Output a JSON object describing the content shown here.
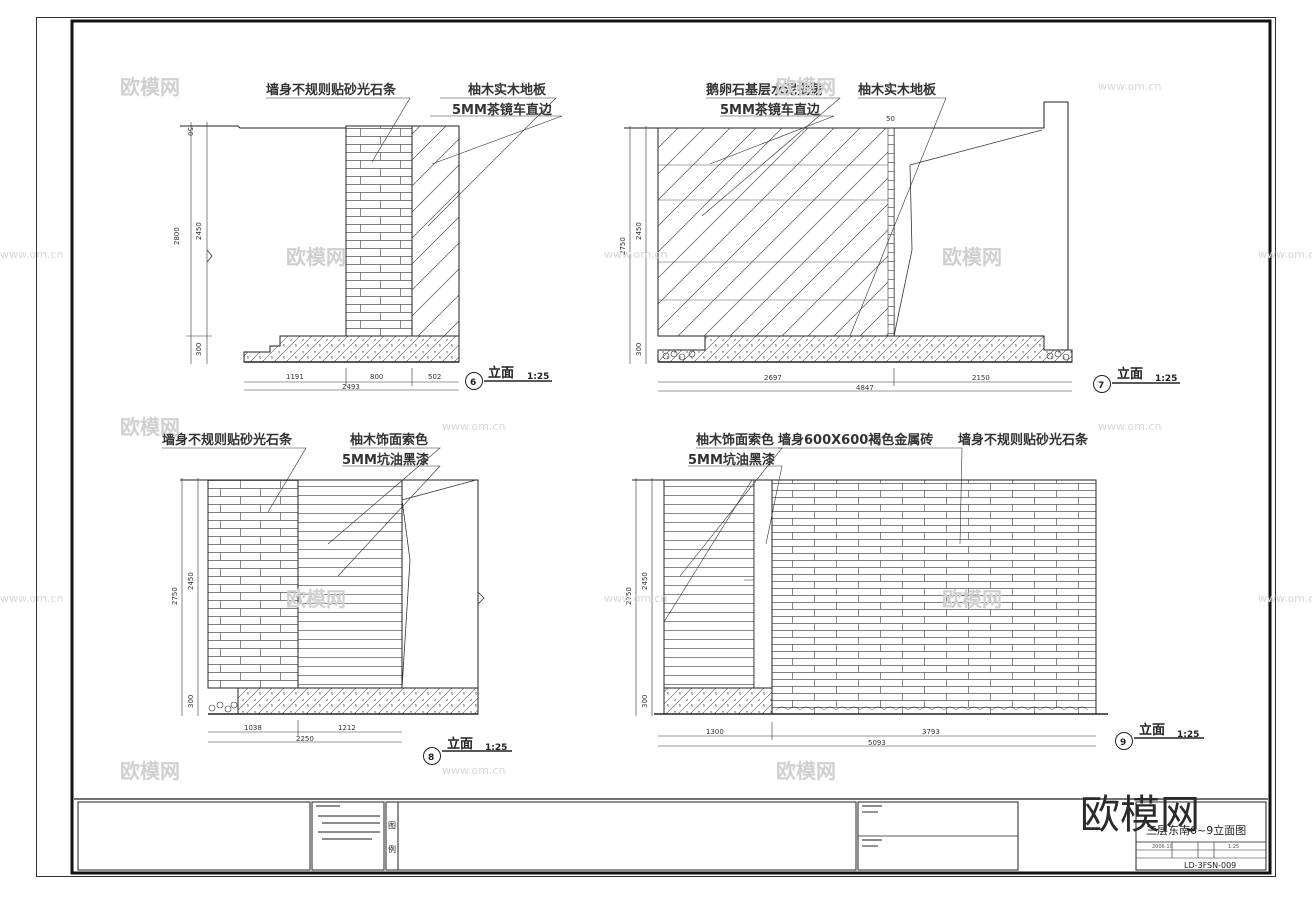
{
  "drawings": [
    {
      "id": "6",
      "title": "立面",
      "scale": "1:25",
      "callouts": [
        "墙身不规则贴砂光石条",
        "柚木实木地板",
        "5MM茶镜车直边"
      ],
      "dims_v": [
        "2800",
        "2450",
        "300",
        "50"
      ],
      "dims_h": [
        "1191",
        "800",
        "502",
        "2493"
      ]
    },
    {
      "id": "7",
      "title": "立面",
      "scale": "1:25",
      "callouts": [
        "鹅卵石基层水泥批荡",
        "柚木实木地板",
        "5MM茶镜车直边"
      ],
      "dims_v": [
        "2750",
        "2450",
        "300",
        "50"
      ],
      "dims_h": [
        "2697",
        "2150",
        "4847"
      ]
    },
    {
      "id": "8",
      "title": "立面",
      "scale": "1:25",
      "callouts": [
        "墙身不规则贴砂光石条",
        "柚木饰面索色",
        "5MM坑油黑漆"
      ],
      "dims_v": [
        "2750",
        "2450",
        "300"
      ],
      "dims_h": [
        "1038",
        "1212",
        "2250"
      ]
    },
    {
      "id": "9",
      "title": "立面",
      "scale": "1:25",
      "callouts": [
        "柚木饰面索色",
        "5MM坑油黑漆",
        "墙身600X600褐色金属砖",
        "墙身不规则贴砂光石条"
      ],
      "dims_v": [
        "2750",
        "2450",
        "300"
      ],
      "dims_h": [
        "1300",
        "3793",
        "5093"
      ]
    }
  ],
  "watermark": {
    "brand": "欧模网",
    "url": "www.om.cn"
  },
  "title_block": {
    "legend": [
      "图",
      "例"
    ],
    "drawing_title": "三层东南6~9立面图",
    "date": "2006.10",
    "scale": "1:25",
    "drawing_no": "LD-3FSN-009"
  }
}
